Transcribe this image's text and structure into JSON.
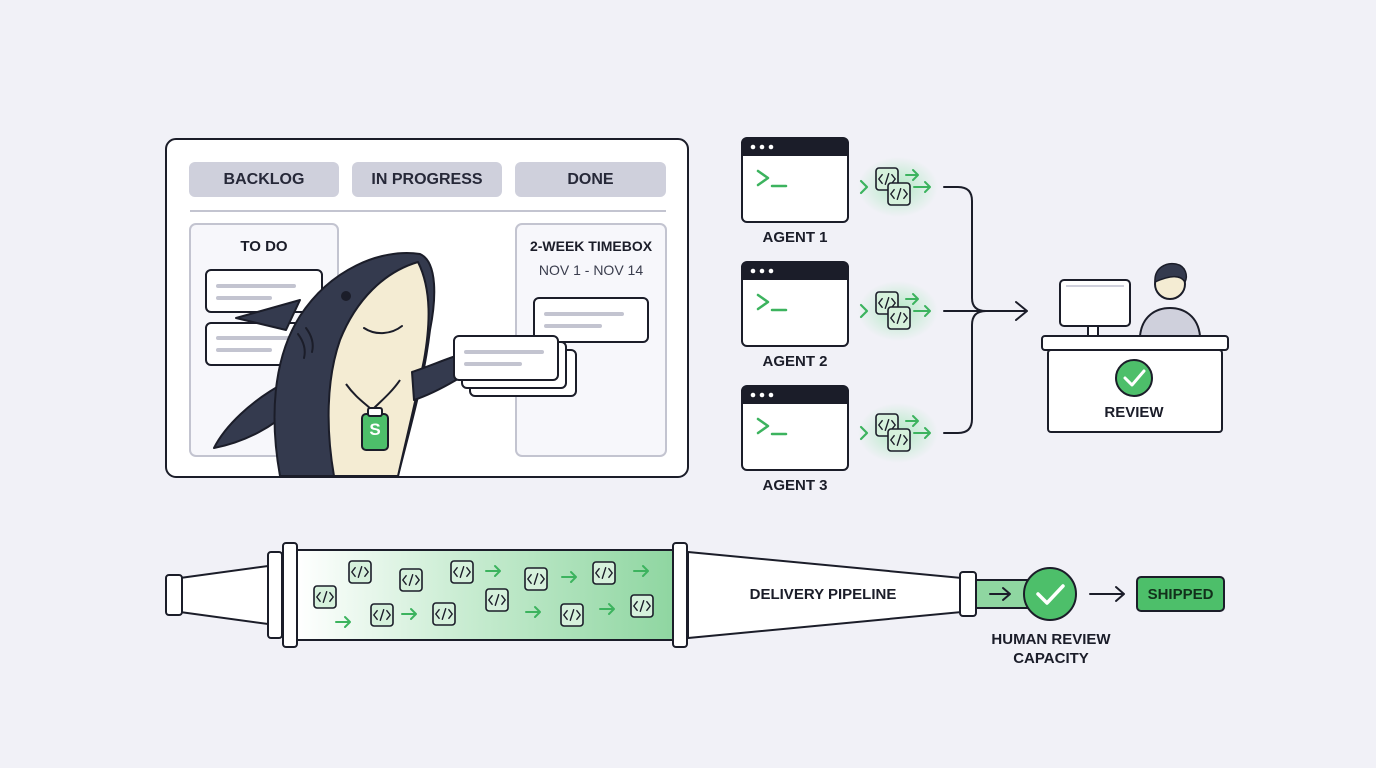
{
  "board": {
    "columns": [
      "BACKLOG",
      "IN PROGRESS",
      "DONE"
    ],
    "todo_label": "TO DO",
    "timebox_label": "2-WEEK TIMEBOX",
    "timebox_dates": "NOV 1 - NOV 14"
  },
  "mascot": {
    "badge_glyph": "S"
  },
  "agents": [
    {
      "label": "AGENT 1"
    },
    {
      "label": "AGENT 2"
    },
    {
      "label": "AGENT 3"
    }
  ],
  "review": {
    "label": "REVIEW"
  },
  "pipeline": {
    "label": "DELIVERY PIPELINE",
    "bottleneck_label_line1": "HUMAN REVIEW",
    "bottleneck_label_line2": "CAPACITY",
    "output_label": "SHIPPED"
  },
  "colors": {
    "background": "#f1f1f7",
    "ink": "#1b1d29",
    "accent_green": "#4dbf6a",
    "pipeline_fill": "#a9dfb6",
    "chip_fill": "#d6f1dc",
    "shark_body": "#343a4e",
    "shark_belly": "#f4ecd3",
    "column_header": "#cfd0dc"
  },
  "icons": [
    "terminal-icon",
    "code-chip-icon",
    "checkmark-icon",
    "person-icon",
    "monitor-icon",
    "arrow-icon"
  ]
}
